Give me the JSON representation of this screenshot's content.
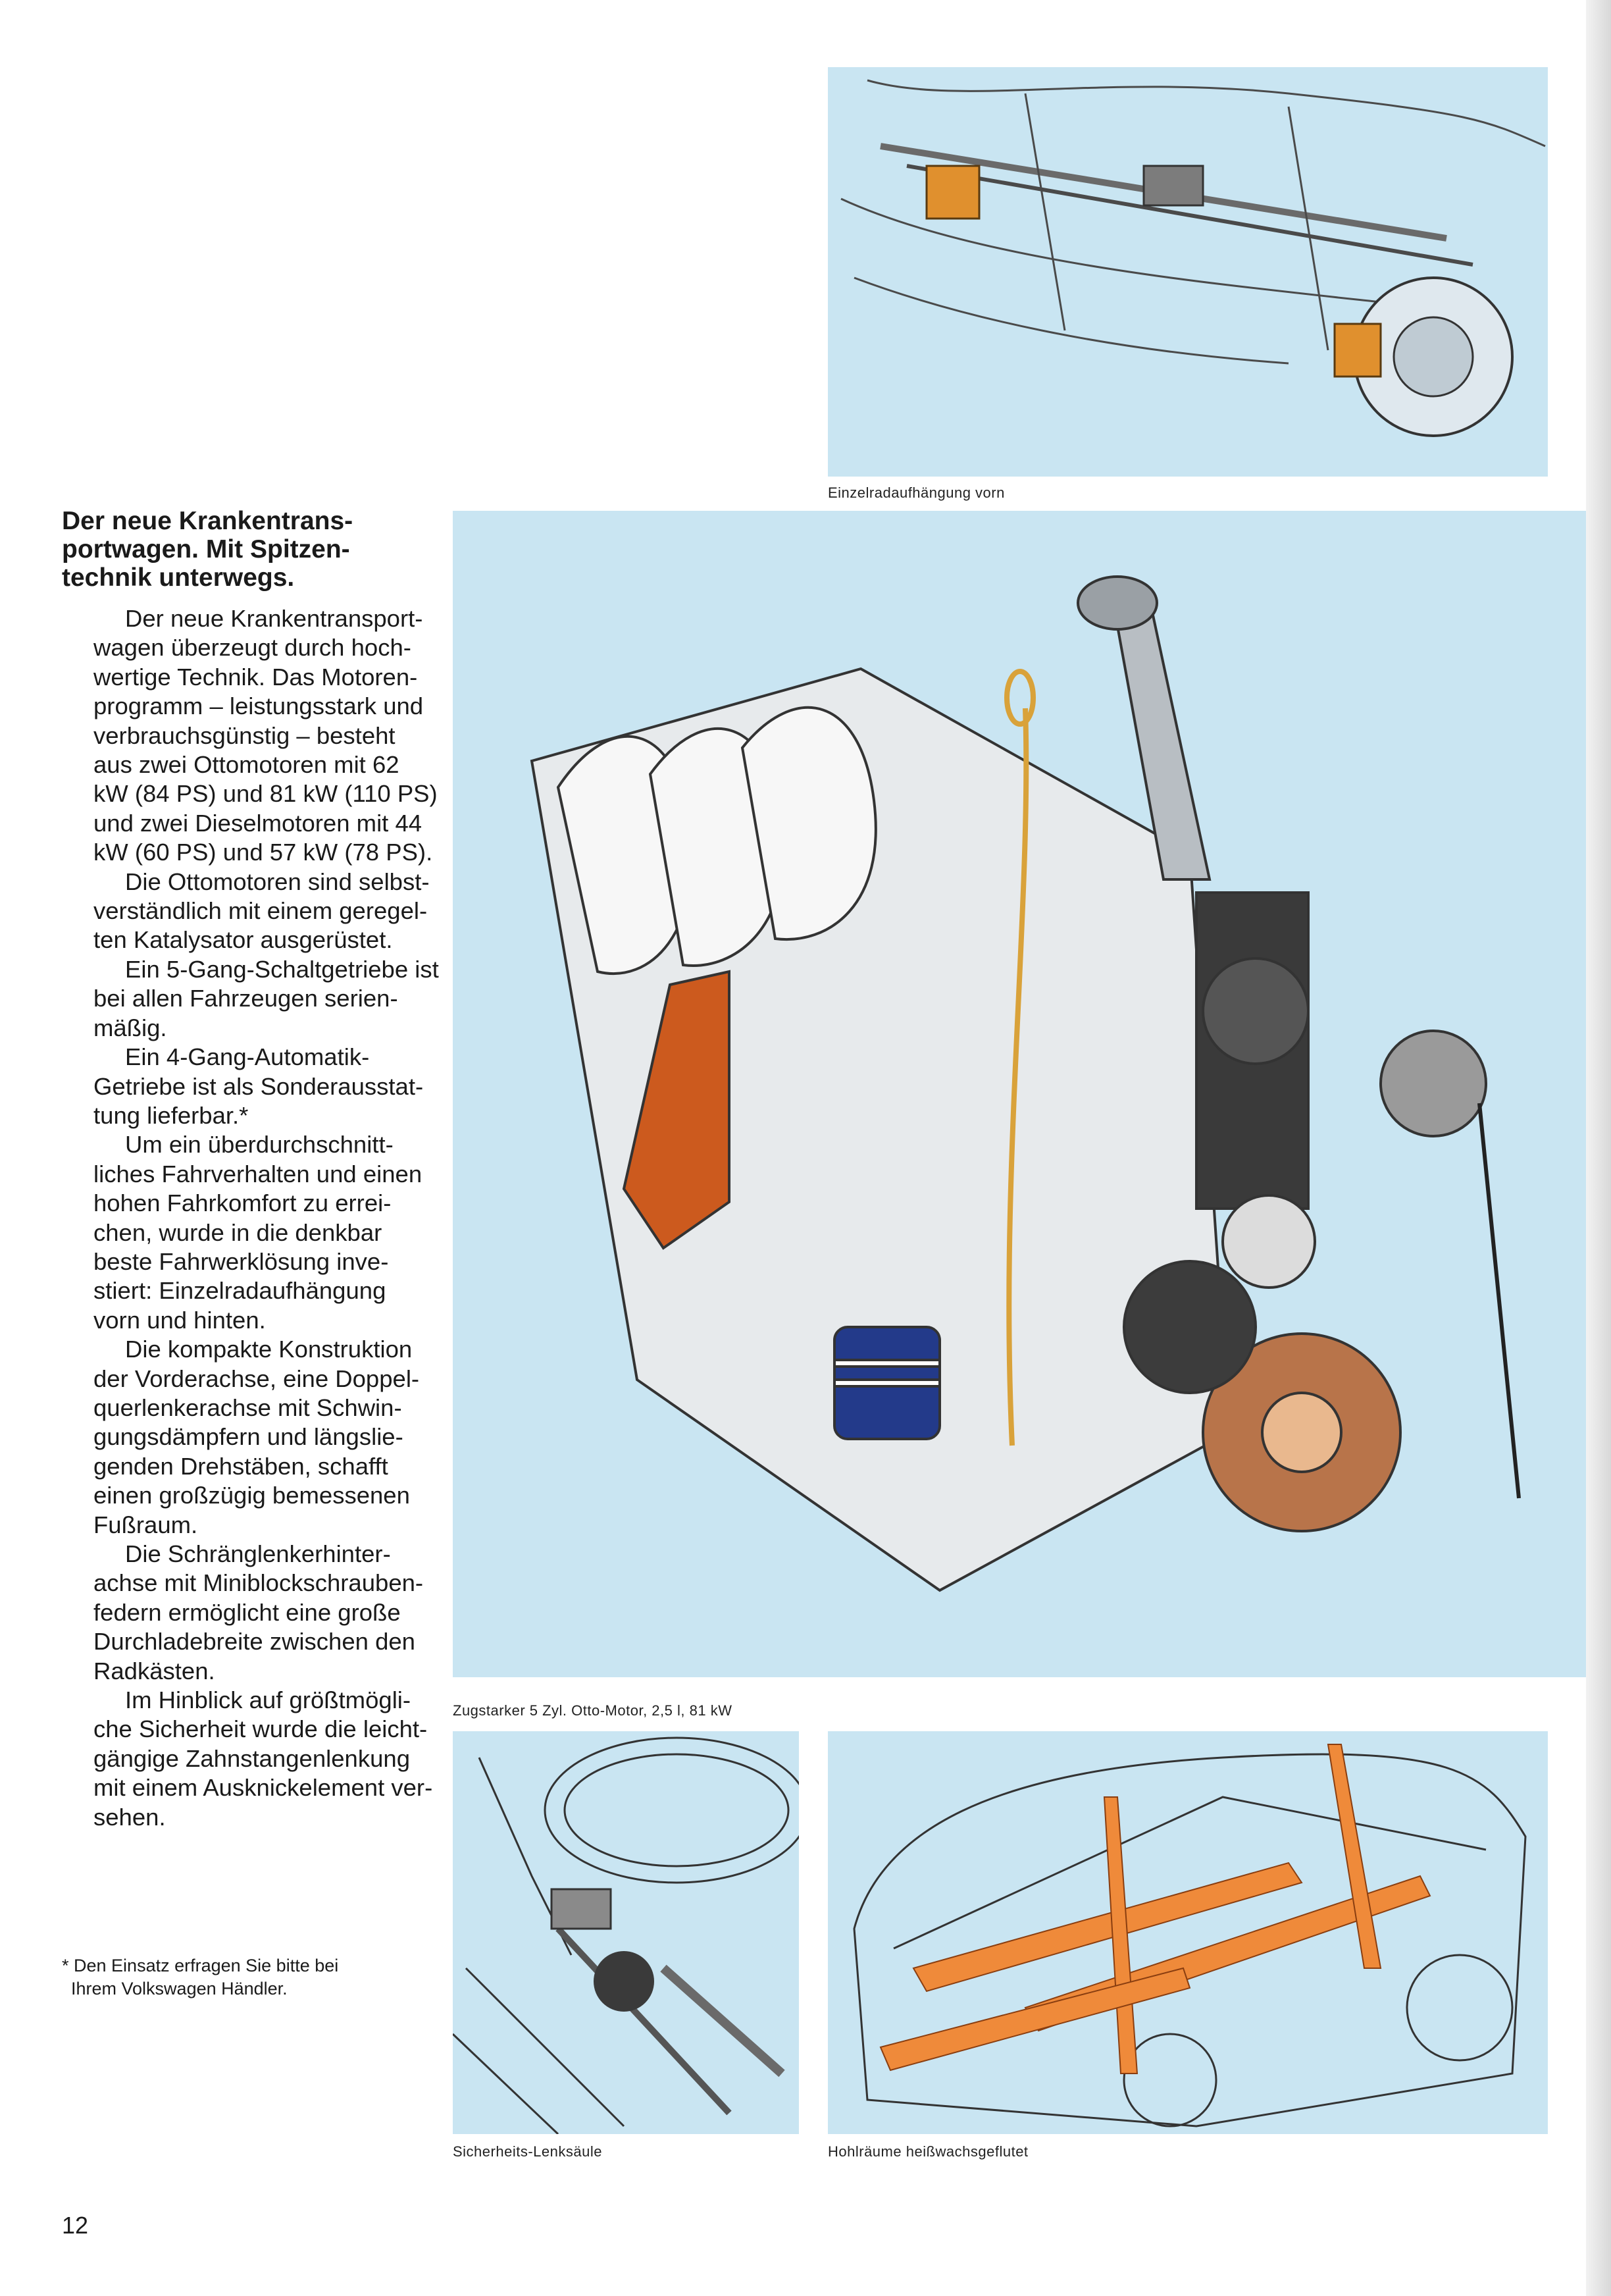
{
  "page_number": "12",
  "heading_lines": [
    "Der neue Krankentrans-",
    "portwagen. Mit Spitzen-",
    "technik unterwegs."
  ],
  "body_paragraphs": [
    [
      "Der neue Krankentransport-",
      "wagen überzeugt durch hoch-",
      "wertige Technik. Das Motoren-",
      "programm – leistungsstark und",
      "verbrauchsgünstig – besteht",
      "aus zwei Ottomotoren mit 62",
      "kW (84 PS) und 81 kW (110 PS)",
      "und zwei Dieselmotoren mit 44",
      "kW (60 PS) und 57 kW (78 PS)."
    ],
    [
      "Die Ottomotoren sind selbst-",
      "verständlich mit einem geregel-",
      "ten Katalysator ausgerüstet."
    ],
    [
      "Ein 5-Gang-Schaltgetriebe ist",
      "bei allen Fahrzeugen serien-",
      "mäßig."
    ],
    [
      "Ein 4-Gang-Automatik-",
      "Getriebe ist als Sonderausstat-",
      "tung lieferbar.*"
    ],
    [
      "Um ein überdurchschnitt-",
      "liches Fahrverhalten und einen",
      "hohen Fahrkomfort zu errei-",
      "chen, wurde in die denkbar",
      "beste Fahrwerklösung inve-",
      "stiert: Einzelradaufhängung",
      "vorn und hinten."
    ],
    [
      "Die kompakte Konstruktion",
      "der Vorderachse, eine Doppel-",
      "querlenkerachse mit Schwin-",
      "gungsdämpfern und längslie-",
      "genden Drehstäben, schafft",
      "einen großzügig bemessenen",
      "Fußraum."
    ],
    [
      "Die Schränglenkerhinter-",
      "achse mit Miniblockschrauben-",
      "federn ermöglicht eine große",
      "Durchladebreite zwischen den",
      "Radkästen."
    ],
    [
      "Im Hinblick auf größtmögli-",
      "che Sicherheit wurde die leicht-",
      "gängige Zahnstangenlenkung",
      "mit einem Ausknickelement ver-",
      "sehen."
    ]
  ],
  "footnote_lines": [
    "* Den Einsatz erfragen Sie bitte bei",
    "Ihrem Volkswagen Händler."
  ],
  "captions": {
    "suspension": "Einzelradaufhängung vorn",
    "engine": "Zugstarker 5 Zyl. Otto-Motor, 2,5 l, 81 kW",
    "steering": "Sicherheits-Lenksäule",
    "cavity": "Hohlräume heißwachsgeflutet"
  },
  "colors": {
    "panel_blue": "#c9e5f2",
    "accent_orange": "#e07a2e",
    "ink": "#1a1a1a"
  }
}
